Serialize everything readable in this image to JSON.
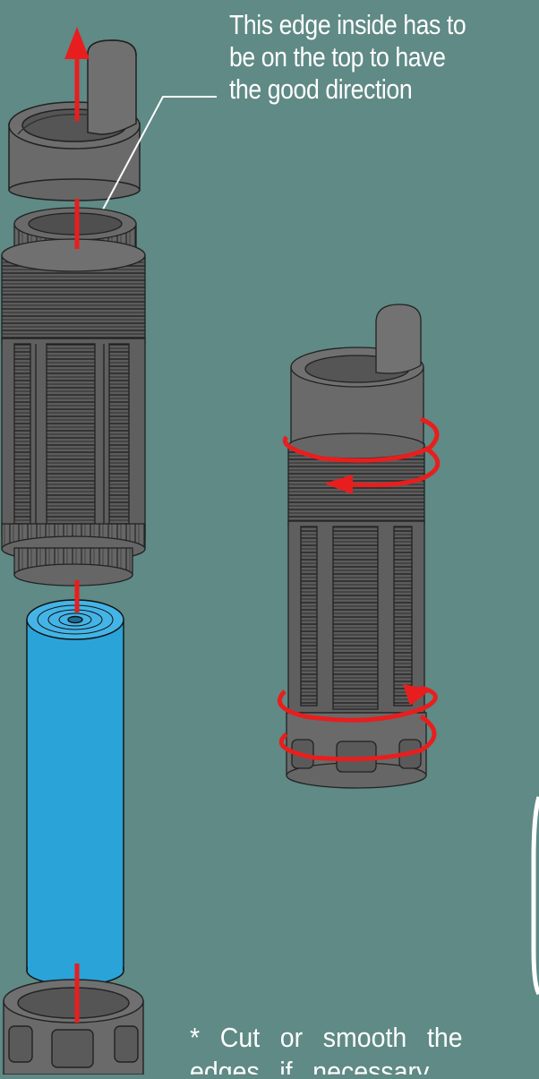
{
  "callout": {
    "lines": [
      "This edge inside has to",
      "be on the top to have",
      "the good direction"
    ]
  },
  "footnote": {
    "lines": [
      "* Cut or smooth the",
      "edges if necessary"
    ]
  },
  "colors": {
    "background": "#5f8a85",
    "part_fill": "#666666",
    "part_dark": "#4a4a4a",
    "outline": "#222222",
    "arrow": "#e81e1e",
    "tube": "#2aa3d9",
    "text": "#ffffff"
  },
  "icons": {
    "assembly_arrow": "arrow-up-icon",
    "rotation_arrows": "rotate-arrow-icon"
  }
}
